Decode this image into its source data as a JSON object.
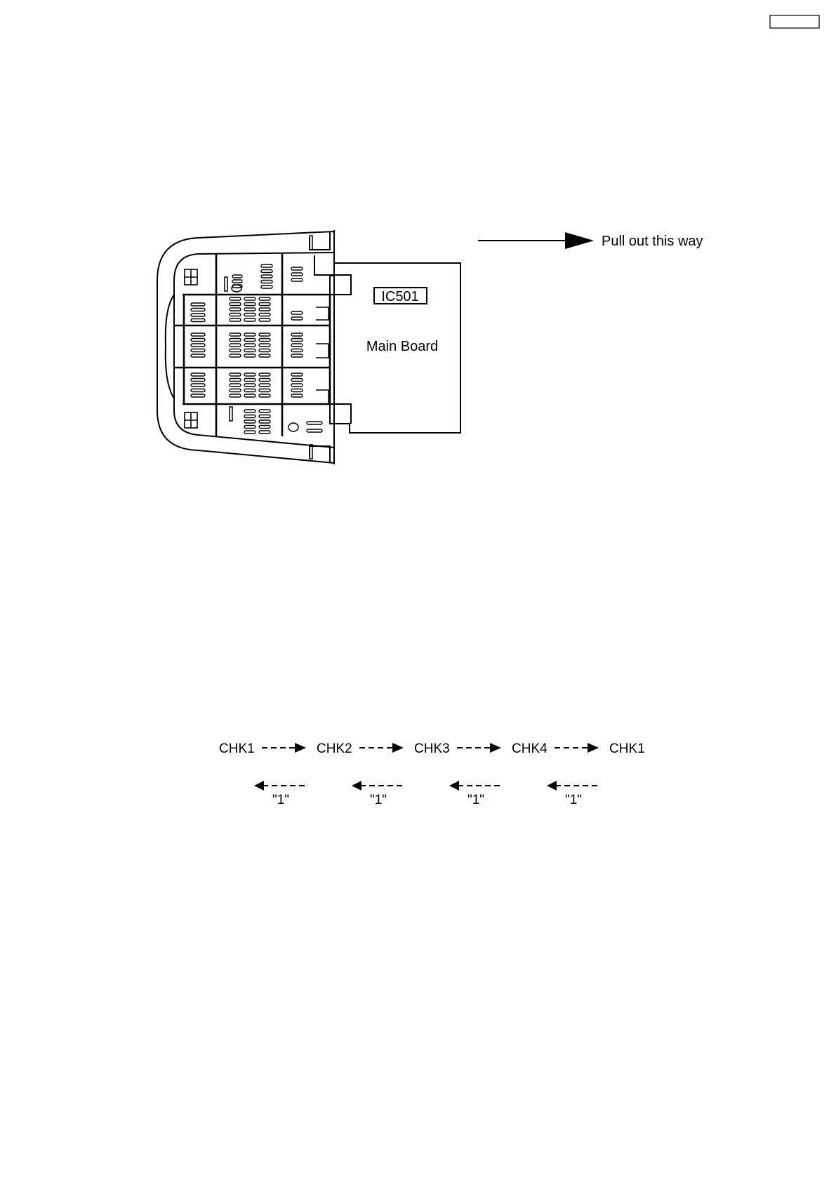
{
  "page_box_label": "",
  "pull_label": "Pull out this way",
  "ic_label": "IC501",
  "board_label": "Main Board",
  "sequence": [
    "CHK1",
    "CHK2",
    "CHK3",
    "CHK4",
    "CHK1"
  ],
  "return_labels": [
    "\"1\"",
    "\"1\"",
    "\"1\"",
    "\"1\""
  ],
  "colors": {
    "line": "#000000",
    "background": "#ffffff"
  }
}
